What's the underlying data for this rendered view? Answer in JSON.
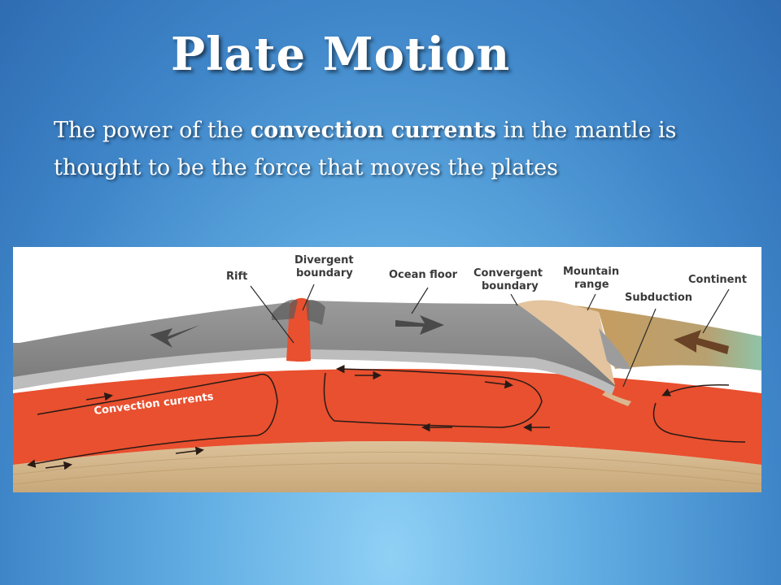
{
  "slide": {
    "title": "Plate Motion",
    "body_part1": "The power of the ",
    "body_bold": "convection currents",
    "body_part2": " in the mantle is thought to be the force that moves the plates"
  },
  "diagram": {
    "labels": {
      "rift": "Rift",
      "divergent_line1": "Divergent",
      "divergent_line2": "boundary",
      "ocean_floor": "Ocean floor",
      "convergent_line1": "Convergent",
      "convergent_line2": "boundary",
      "mountain_line1": "Mountain",
      "mountain_line2": "range",
      "subduction": "Subduction",
      "continent": "Continent",
      "convection": "Convection currents"
    },
    "colors": {
      "mantle": "#e8502f",
      "crust": "#8c8c8c",
      "core": "#d2b48c",
      "continent": "#c89c5e"
    }
  }
}
